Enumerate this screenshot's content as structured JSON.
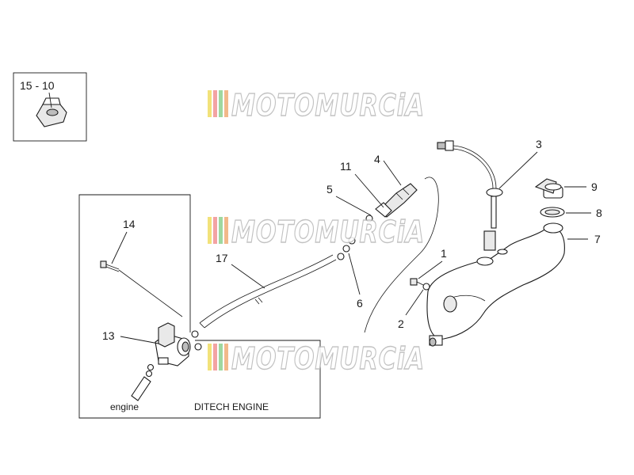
{
  "labels": {
    "p1": "1",
    "p2": "2",
    "p3": "3",
    "p4": "4",
    "p5": "5",
    "p6": "6",
    "p7": "7",
    "p8": "8",
    "p9": "9",
    "p11": "11",
    "p13": "13",
    "p14": "14",
    "p17": "17",
    "p15_10": "15 - 10"
  },
  "captions": {
    "engine": "engine",
    "ditech": "DITECH ENGINE"
  },
  "watermark": {
    "text": "MOTOMURCiA",
    "stripe_colors": [
      "#f2e27a",
      "#f3a3a3",
      "#9fd89f",
      "#f2b98a"
    ]
  },
  "colors": {
    "line": "#1a1a1a",
    "watermark_outline": "#b8b8b8"
  }
}
